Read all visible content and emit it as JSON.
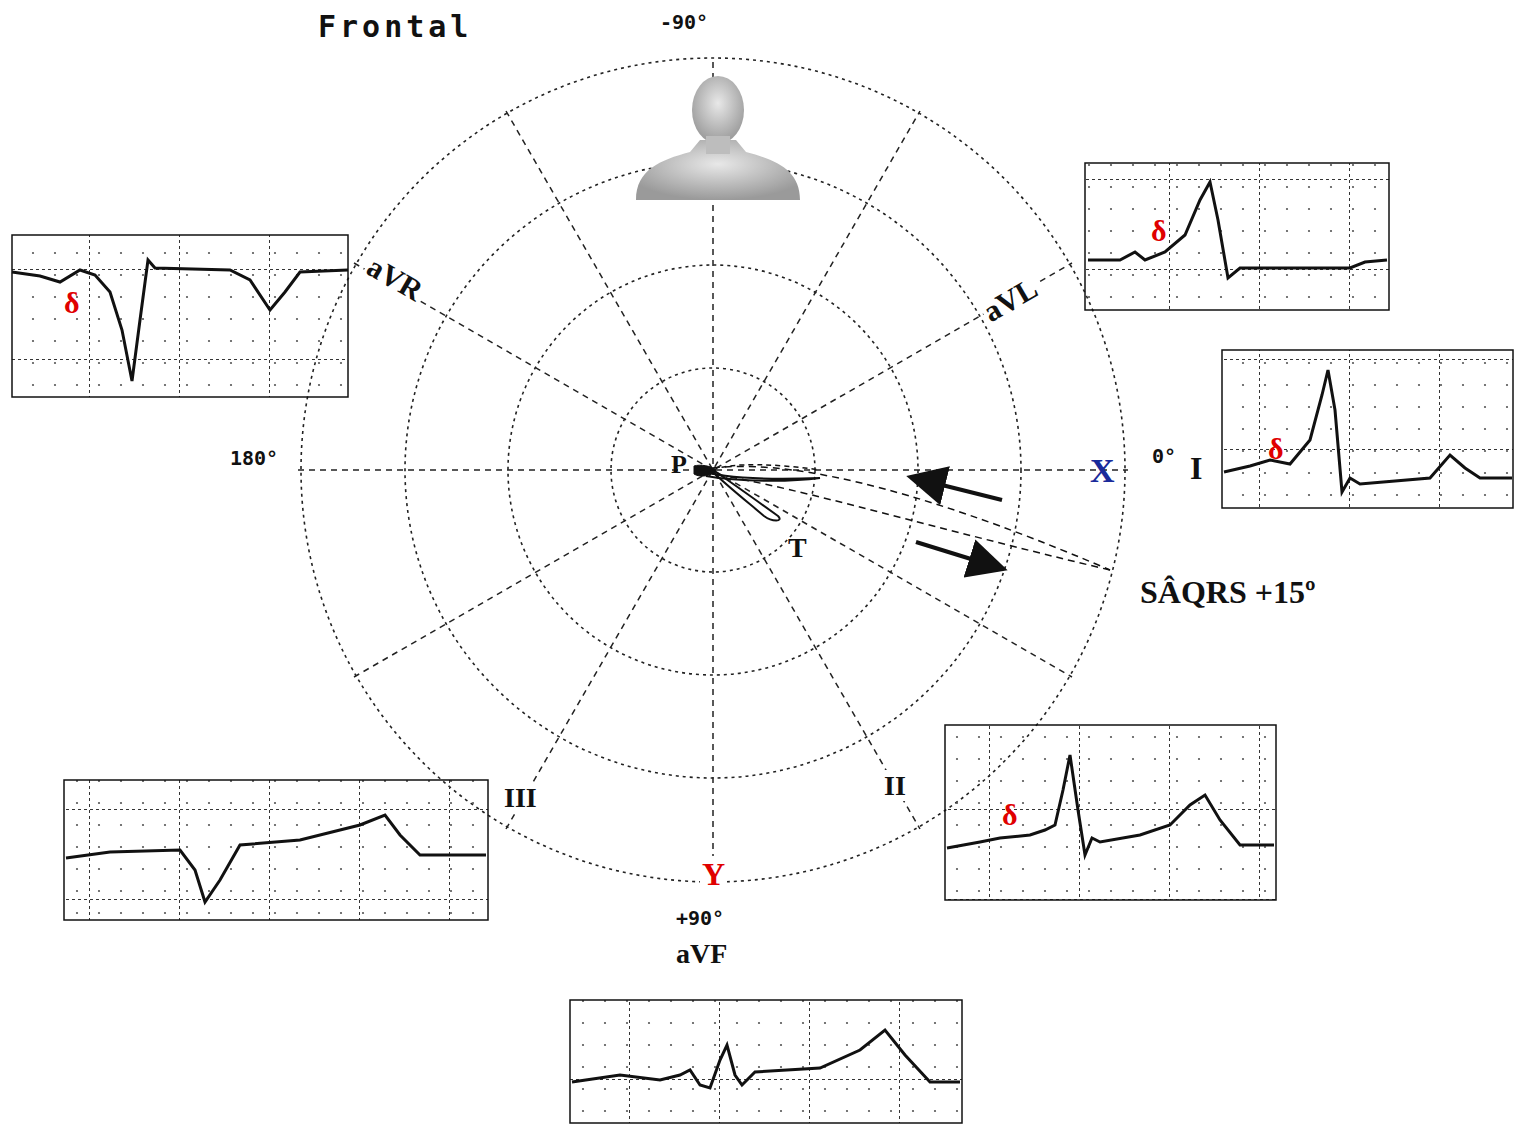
{
  "diagram": {
    "title": "Frontal",
    "labels": [
      "-90°",
      "aVR",
      "δ",
      "aVL",
      "δ",
      "δ",
      "180°",
      "P",
      "X",
      "0°",
      "I",
      "T",
      "SÂQRS +15º",
      "III",
      "II",
      "δ",
      "Y",
      "+90°",
      "aVF"
    ]
  }
}
